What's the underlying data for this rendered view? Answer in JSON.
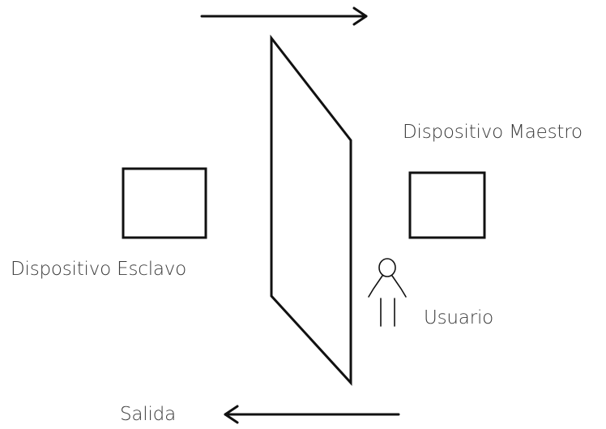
{
  "labels": {
    "master_device": "Dispositivo Maestro",
    "slave_device": "Dispositivo Esclavo",
    "user": "Usuario",
    "exit": "Salida"
  },
  "colors": {
    "stroke": "#111111",
    "text": "#3a3a3a",
    "background": "#ffffff"
  },
  "icons": {
    "top_arrow": "arrow-right",
    "bottom_arrow": "arrow-left",
    "user_figure": "stick-figure"
  }
}
